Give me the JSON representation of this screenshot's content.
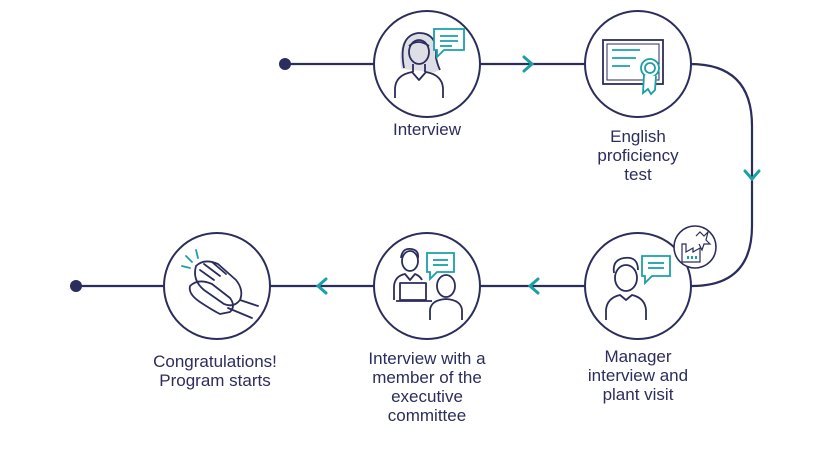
{
  "colors": {
    "line": "#2b2d5c",
    "accent": "#19a0a8",
    "circle_border": "#2b2d5c"
  },
  "steps": [
    {
      "id": "interview",
      "label": "Interview",
      "icon": "woman-speech-icon"
    },
    {
      "id": "english",
      "label": "English\nproficiency\ntest",
      "icon": "certificate-icon"
    },
    {
      "id": "manager",
      "label": "Manager\ninterview and\nplant visit",
      "icon": "man-speech-factory-icon"
    },
    {
      "id": "executive",
      "label": "Interview with a\nmember of the\nexecutive\ncommittee",
      "icon": "laptop-meeting-icon"
    },
    {
      "id": "congrats",
      "label": "Congratulations!\nProgram starts",
      "icon": "clapping-hands-icon"
    }
  ]
}
